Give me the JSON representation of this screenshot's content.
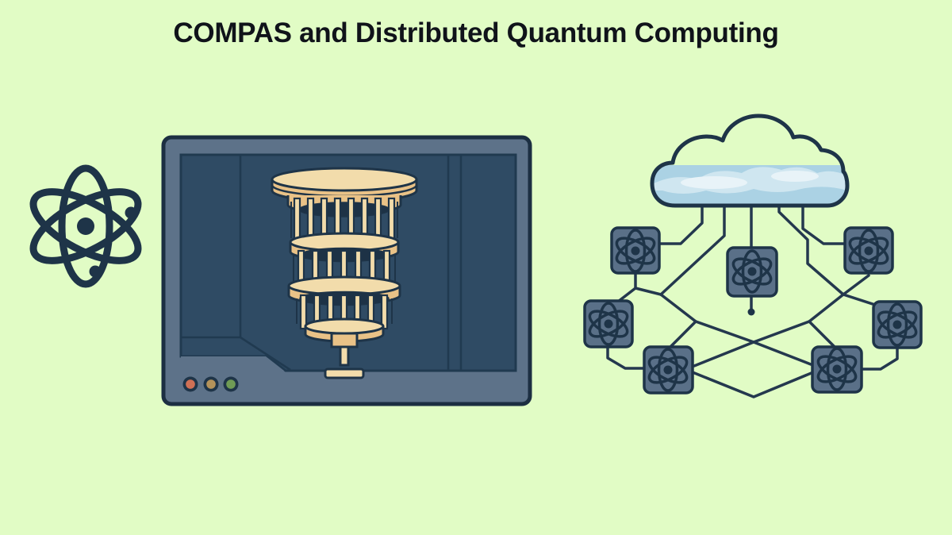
{
  "header": {
    "title": "COMPAS and Distributed Quantum Computing"
  },
  "illustration": {
    "left_icon": {
      "name": "atom-icon"
    },
    "monitor": {
      "name": "quantum-computer-monitor",
      "contains": "quantum-chandelier-cryostat-icon",
      "status_dots": [
        {
          "name": "red-dot",
          "color": "#cf7055"
        },
        {
          "name": "amber-dot",
          "color": "#b3925a"
        },
        {
          "name": "green-dot",
          "color": "#6f9b55"
        }
      ]
    },
    "cloud_network": {
      "name": "distributed-quantum-network",
      "cloud": "cloud-icon",
      "node_icon": "atom-icon",
      "node_count": 7
    }
  },
  "colors": {
    "background": "#e1fcc5",
    "ink": "#10131a",
    "navy": "#1e3448",
    "line": "#24384e",
    "outline": "#1c2f42",
    "bezel": "#5d7289",
    "screen": "#2f4b64",
    "panel_line": "#203a50",
    "gold": "#e9c287",
    "gold_light": "#f2dcab",
    "gold_dark": "#d2a164",
    "cavity": "#1d3246",
    "node_fill": "#5a7088",
    "cloud_blue": "#abd2e4",
    "cloud_wave": "#cfe6f0",
    "cloud_wave_light": "#e8f3f8",
    "dot_red": "#cf7055",
    "dot_amber": "#b3925a",
    "dot_green": "#6f9b55"
  }
}
